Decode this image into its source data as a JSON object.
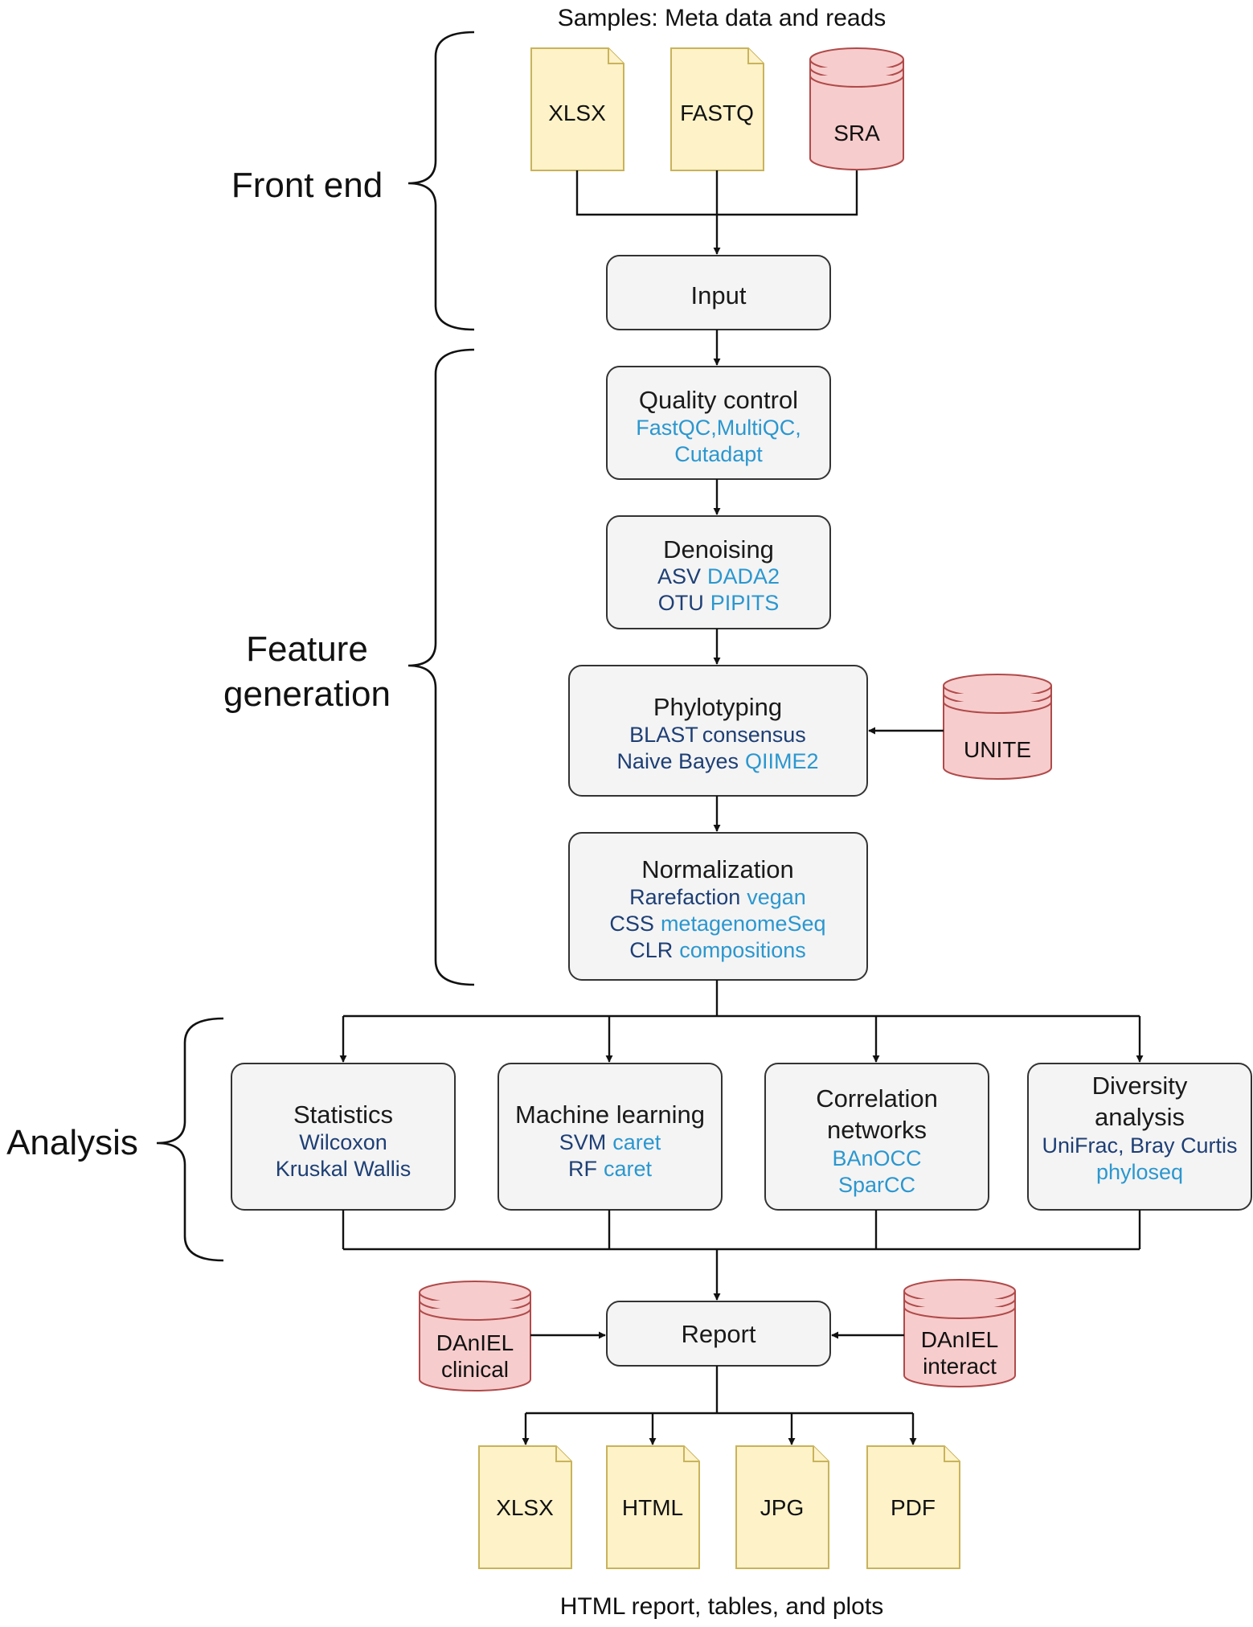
{
  "captions": {
    "top": "Samples: Meta data and reads",
    "bottom": "HTML report, tables, and plots"
  },
  "sections": {
    "front_end": "Front end",
    "feature_generation_line1": "Feature",
    "feature_generation_line2": "generation",
    "analysis": "Analysis"
  },
  "inputs": {
    "xlsx": "XLSX",
    "fastq": "FASTQ",
    "sra": "SRA"
  },
  "steps": {
    "input": {
      "title": "Input"
    },
    "quality_control": {
      "title": "Quality control",
      "line1_tool": "FastQC,MultiQC,",
      "line2_tool": "Cutadapt"
    },
    "denoising": {
      "title": "Denoising",
      "line1_method": "ASV",
      "line1_tool": "DADA2",
      "line2_method": "OTU",
      "line2_tool": "PIPITS"
    },
    "phylotyping": {
      "title": "Phylotyping",
      "line1_method": "BLAST",
      "line1_method_b": "consensus",
      "line2_method": "Naive Bayes",
      "line2_tool": "QIIME2"
    },
    "normalization": {
      "title": "Normalization",
      "line1_method": "Rarefaction",
      "line1_tool": "vegan",
      "line2_method": "CSS",
      "line2_tool": "metagenomeSeq",
      "line3_method": "CLR",
      "line3_tool": "compositions"
    }
  },
  "databases": {
    "unite": "UNITE",
    "daniel_clinical_line1": "DAnIEL",
    "daniel_clinical_line2": "clinical",
    "daniel_interact_line1": "DAnIEL",
    "daniel_interact_line2": "interact"
  },
  "analysis": {
    "statistics": {
      "title": "Statistics",
      "line1_method": "Wilcoxon",
      "line2_method": "Kruskal Wallis"
    },
    "machine_learning": {
      "title": "Machine learning",
      "line1_method": "SVM",
      "line1_tool": "caret",
      "line2_method": "RF",
      "line2_tool": "caret"
    },
    "correlation_networks": {
      "title_line1": "Correlation",
      "title_line2": "networks",
      "line1_tool": "BAnOCC",
      "line2_tool": "SparCC"
    },
    "diversity_analysis": {
      "title_line1": "Diversity",
      "title_line2": "analysis",
      "line1_method": "UniFrac, Bray Curtis",
      "line2_tool": "phyloseq"
    }
  },
  "report": {
    "title": "Report"
  },
  "outputs": {
    "xlsx": "XLSX",
    "html": "HTML",
    "jpg": "JPG",
    "pdf": "PDF"
  }
}
